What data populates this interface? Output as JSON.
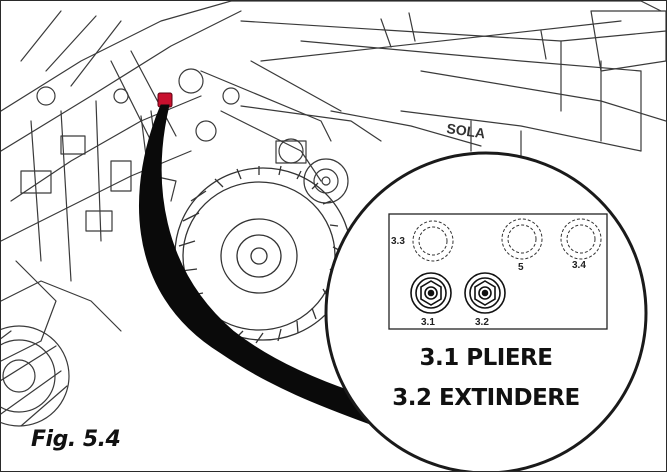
{
  "figure": {
    "fig_label": "Fig. 5.4",
    "callout_line1": "3.1 PLIERE",
    "callout_line2": "3.2 EXTINDERE",
    "brand_text": "SOLA"
  },
  "ports": [
    {
      "id": "3.3",
      "label": "3.3",
      "style": "dashed"
    },
    {
      "id": "5",
      "label": "5",
      "style": "dashed"
    },
    {
      "id": "3.4",
      "label": "3.4",
      "style": "dashed"
    },
    {
      "id": "3.1",
      "label": "3.1",
      "style": "solid"
    },
    {
      "id": "3.2",
      "label": "3.2",
      "style": "solid"
    }
  ],
  "colors": {
    "line": "#2a2a2a",
    "highlight_marker": "#c8102e",
    "background": "#ffffff"
  }
}
